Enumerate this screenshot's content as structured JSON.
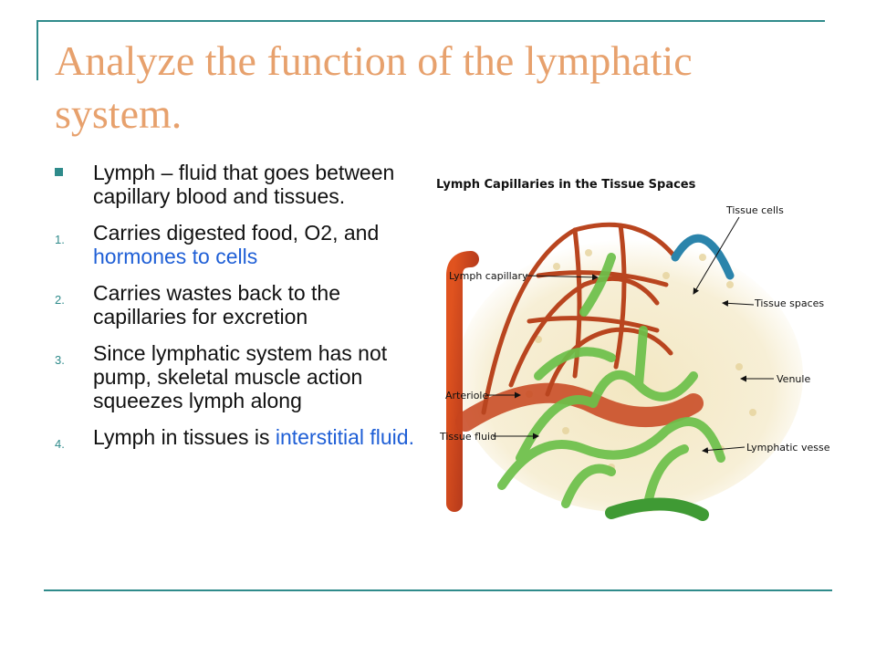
{
  "slide": {
    "title": "Analyze the function of the lymphatic system.",
    "accent_color": "#2f8b8b",
    "title_color": "#e7a16d",
    "highlight_color": "#1f5fd6",
    "bullets": [
      {
        "marker": "",
        "text": "Lymph – fluid that goes between capillary blood and tissues.",
        "highlight": ""
      },
      {
        "marker": "1.",
        "text": "Carries digested food, O2, and ",
        "highlight": "hormones to cells"
      },
      {
        "marker": "2.",
        "text": "Carries wastes back to the capillaries for excretion",
        "highlight": ""
      },
      {
        "marker": "3.",
        "text": "Since lymphatic system has not pump, skeletal muscle action squeezes lymph along",
        "highlight": ""
      },
      {
        "marker": "4.",
        "text": "Lymph in tissues is ",
        "highlight": "interstitial fluid."
      }
    ]
  },
  "diagram": {
    "title": "Lymph Capillaries in the Tissue Spaces",
    "labels": {
      "tissue_cells": "Tissue cells",
      "lymph_capillary": "Lymph capillary",
      "tissue_spaces": "Tissue spaces",
      "venule": "Venule",
      "arteriole": "Arteriole",
      "tissue_fluid": "Tissue fluid",
      "lymphatic_vessel": "Lymphatic vessel"
    }
  }
}
